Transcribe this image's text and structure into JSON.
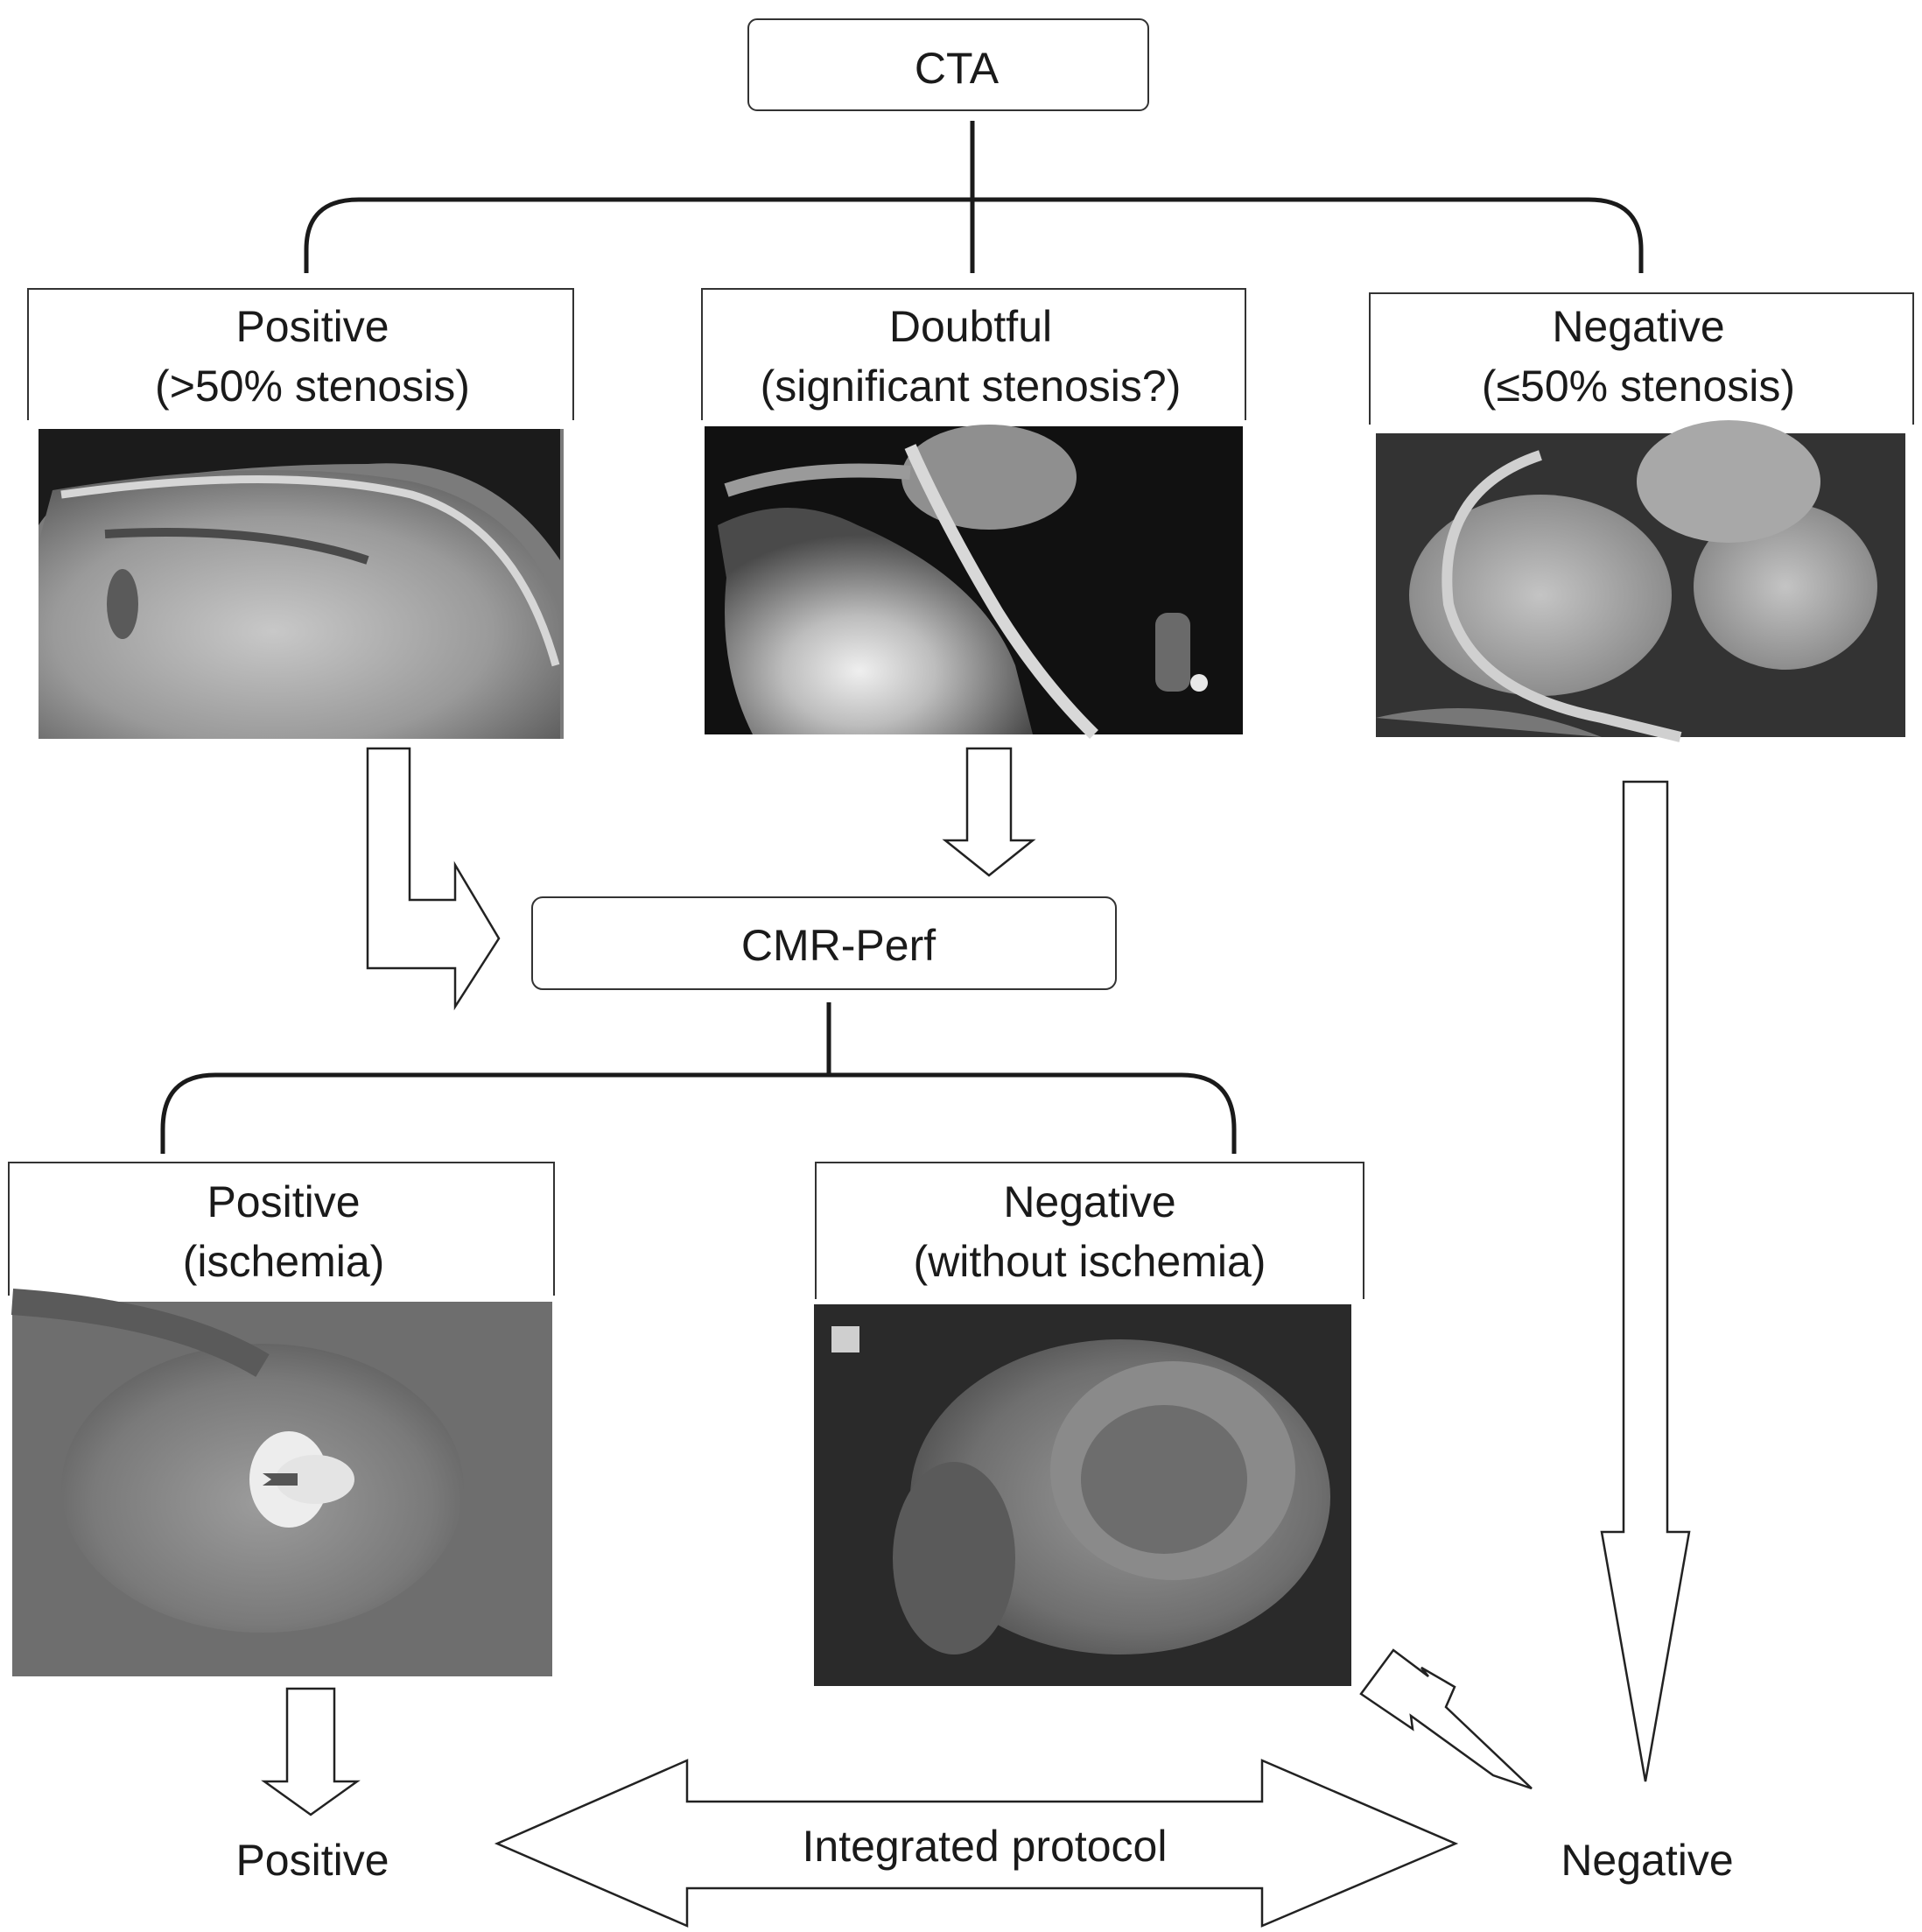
{
  "top": {
    "label": "CTA"
  },
  "cta_results": [
    {
      "title": "Positive",
      "subtitle": "(>50% stenosis)"
    },
    {
      "title": "Doubtful",
      "subtitle": "(significant stenosis?)"
    },
    {
      "title": "Negative",
      "subtitle": "(≤50% stenosis)"
    }
  ],
  "middle": {
    "label": "CMR-Perf"
  },
  "cmr_results": [
    {
      "title": "Positive",
      "subtitle": "(ischemia)"
    },
    {
      "title": "Negative",
      "subtitle": "(without ischemia)"
    }
  ],
  "bottom": {
    "positive": "Positive",
    "negative": "Negative",
    "protocol": "Integrated protocol"
  },
  "colors": {
    "line": "#1a1a1a",
    "arrow_fill": "#ffffff",
    "box_border": "#333333"
  }
}
